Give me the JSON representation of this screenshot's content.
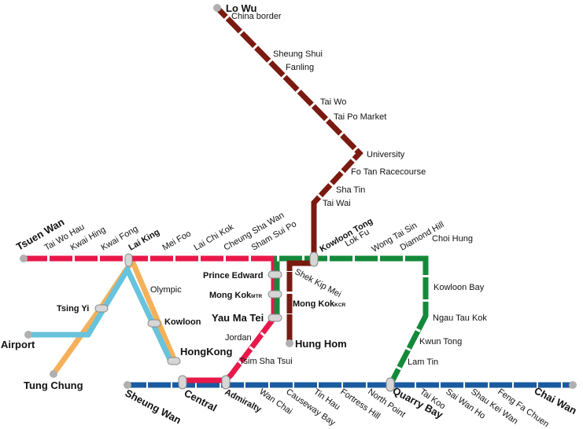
{
  "map": {
    "lines": {
      "east_rail": {
        "color": "#7a1a10"
      },
      "tsuen_wan": {
        "color": "#e8184a"
      },
      "kwun_tong": {
        "color": "#138a3a"
      },
      "island": {
        "color": "#1a5aa0"
      },
      "tung_chung": {
        "color": "#f5b05a"
      },
      "airport_express": {
        "color": "#68c3dc"
      }
    },
    "stations": {
      "lo_wu": "Lo Wu",
      "china_border": "China border",
      "sheung_shui": "Sheung Shui",
      "fanling": "Fanling",
      "tai_wo": "Tai Wo",
      "tai_po_market": "Tai Po Market",
      "university": "University",
      "fo_tan": "Fo Tan Racecourse",
      "sha_tin": "Sha Tin",
      "tai_wai": "Tai Wai",
      "kowloon_tong": "Kowloon Tong",
      "lok_fu": "Lok Fu",
      "wong_tai_sin": "Wong Tai Sin",
      "diamond_hill": "Diamond Hill",
      "choi_hung": "Choi Hung",
      "kowloon_bay": "Kowloon Bay",
      "ngau_tau_kok": "Ngau Tau Kok",
      "kwun_tong": "Kwun Tong",
      "lam_tin": "Lam Tin",
      "tsuen_wan": "Tsuen Wan",
      "tai_wo_hau": "Tai Wo Hau",
      "kwai_hing": "Kwai Hing",
      "kwai_fong": "Kwai Fong",
      "lai_king": "Lai King",
      "mei_foo": "Mei Foo",
      "lai_chi_kok": "Lai Chi Kok",
      "cheung_sha_wan": "Cheung Sha Wan",
      "sham_shui_po": "Sham Sui Po",
      "prince_edward": "Prince Edward",
      "mong_kok_mtr": "Mong Kok",
      "mtr_suffix": "MTR",
      "shek_kip_mei": "Shek Kip Mei",
      "mong_kok_kcr": "Mong Kok",
      "kcr_suffix": "KCR",
      "yau_ma_tei": "Yau Ma Tei",
      "hung_hom": "Hung Hom",
      "jordan": "Jordan",
      "tsim_sha_tsui": "Tsim  Sha Tsui",
      "olympic": "Olympic",
      "tsing_yi": "Tsing Yi",
      "kowloon": "Kowloon",
      "hongkong": "HongKong",
      "airport": "Airport",
      "tung_chung": "Tung Chung",
      "sheung_wan": "Sheung Wan",
      "central": "Central",
      "admiralty": "Admiralty",
      "wan_chai": "Wan Chai",
      "causeway_bay": "Causeway Bay",
      "tin_hau": "Tin Hau",
      "fortress_hill": "Fortress Hill",
      "north_point": "North Point",
      "quarry_bay": "Quarry Bay",
      "tai_koo": "Tai Koo",
      "sai_wan_ho": "Sai Wan Ho",
      "shau_kei_wan": "Shau Kei Wan",
      "heng_fa_chuen": "Feng Fa Chuen",
      "chai_wan": "Chai Wan"
    }
  }
}
